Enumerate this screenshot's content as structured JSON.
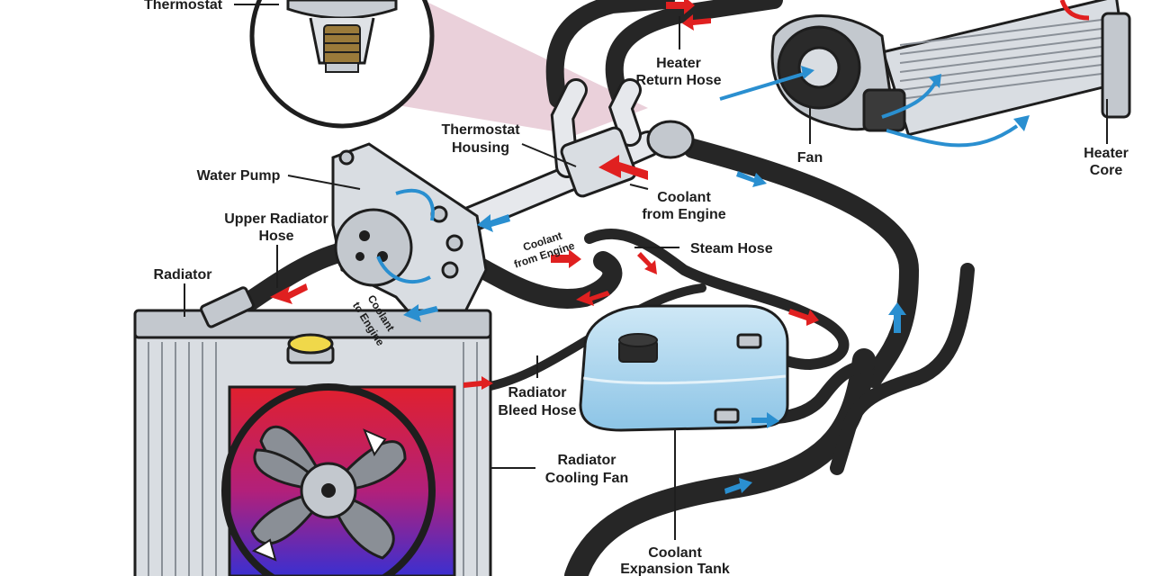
{
  "labels": {
    "thermostat": "Thermostat",
    "heater_return_hose_line1": "Heater",
    "heater_return_hose_line2": "Return Hose",
    "thermostat_housing_line1": "Thermostat",
    "thermostat_housing_line2": "Housing",
    "water_pump": "Water Pump",
    "upper_radiator_hose_line1": "Upper Radiator",
    "upper_radiator_hose_line2": "Hose",
    "radiator": "Radiator",
    "coolant_from_engine_line1": "Coolant",
    "coolant_from_engine_line2": "from Engine",
    "coolant_from_engine_small_line1": "Coolant",
    "coolant_from_engine_small_line2": "from Engine",
    "steam_hose": "Steam Hose",
    "coolant_to_engine_line1": "Coolant",
    "coolant_to_engine_line2": "to Engine",
    "radiator_bleed_hose_line1": "Radiator",
    "radiator_bleed_hose_line2": "Bleed Hose",
    "radiator_cooling_fan_line1": "Radiator",
    "radiator_cooling_fan_line2": "Cooling Fan",
    "coolant_expansion_tank_line1": "Coolant",
    "coolant_expansion_tank_line2": "Expansion Tank",
    "fan": "Fan",
    "heater_core_line1": "Heater",
    "heater_core_line2": "Core"
  },
  "colors": {
    "hot_coolant": "#e02020",
    "cold_coolant": "#2a8fd0",
    "hose": "#262626",
    "tank_fluid": "#9fd0ec",
    "radiator_glow_red": "#e0202e",
    "radiator_glow_blue": "#3b2fd0",
    "thermostat_callout": "#d9a9bb"
  }
}
